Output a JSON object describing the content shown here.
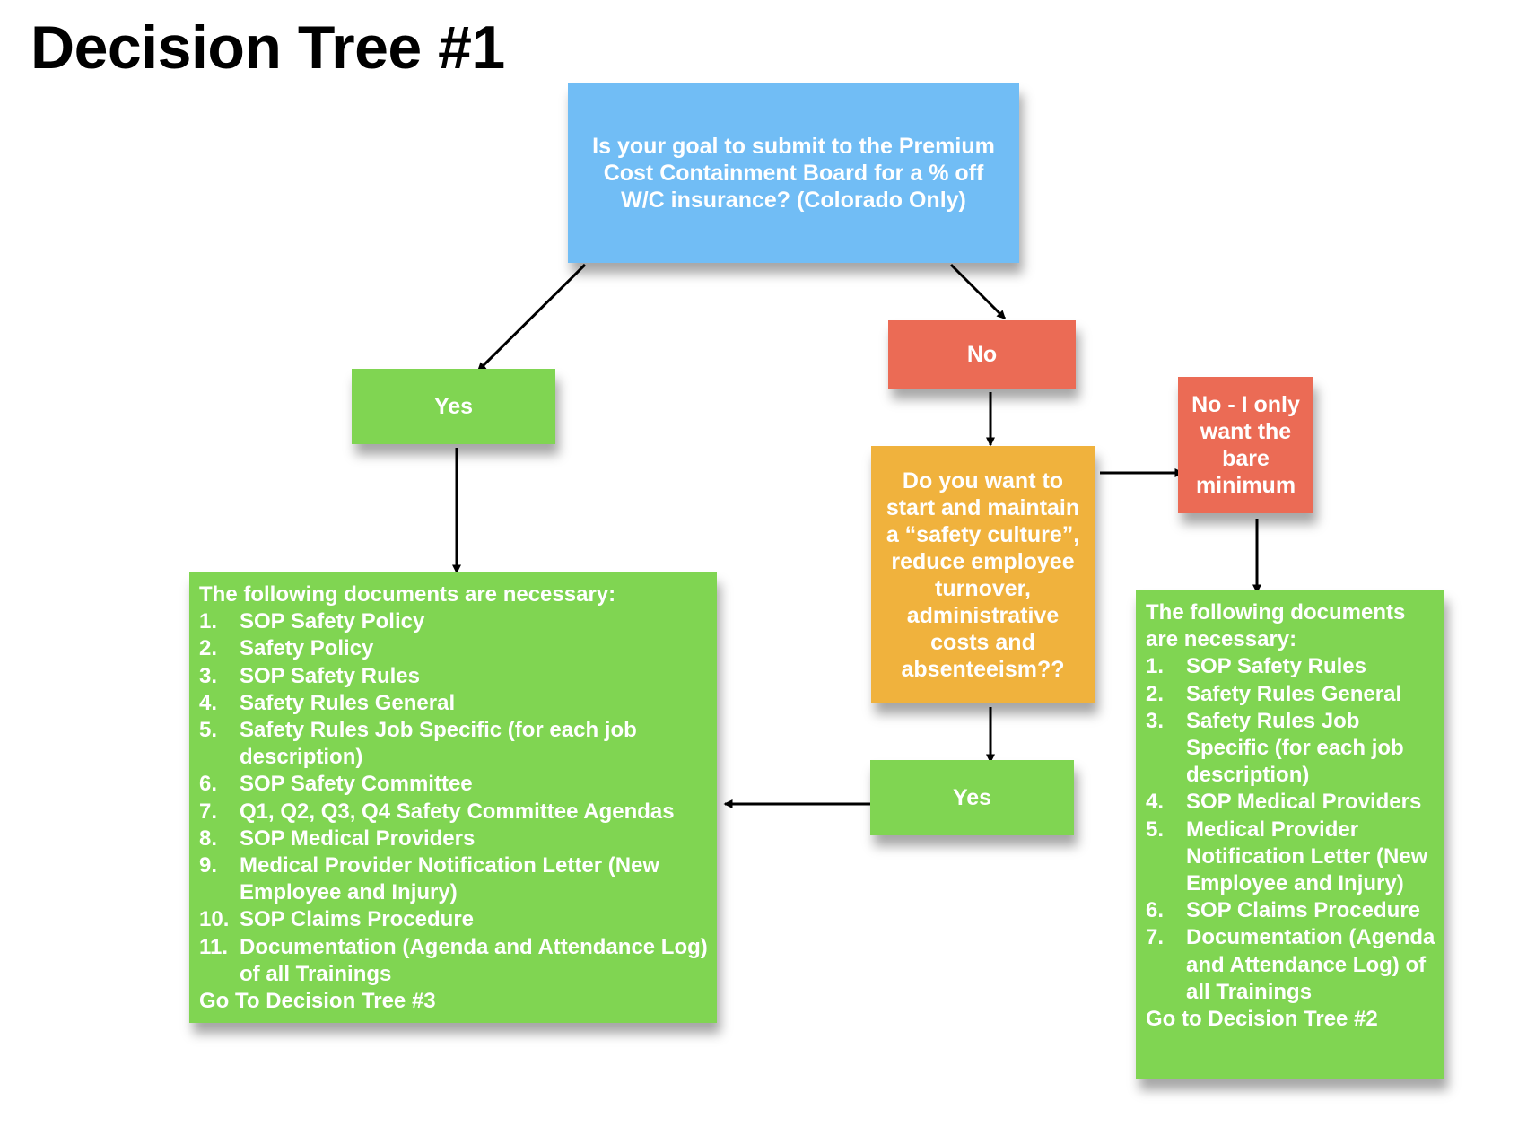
{
  "title": "Decision Tree #1",
  "colors": {
    "question": "#71bdf5",
    "no": "#eb6b55",
    "yes": "#80d552",
    "culture_question": "#f0b23d",
    "documents": "#80d552",
    "arrow": "#000000"
  },
  "nodes": {
    "goal_question": "Is your goal to submit to the Premium Cost Containment Board for a % off W/C insurance? (Colorado Only)",
    "no": "No",
    "yes_left": "Yes",
    "culture_question": "Do you want to start and maintain a “safety culture”, reduce employee turnover, administrative costs and absenteeism??",
    "bare_minimum": "No - I only want the bare minimum",
    "yes_mid": "Yes"
  },
  "full_list": {
    "intro": "The following documents are necessary:",
    "items": [
      {
        "num": "1.",
        "text": "SOP Safety Policy"
      },
      {
        "num": "2.",
        "text": "Safety Policy"
      },
      {
        "num": "3.",
        "text": "SOP Safety Rules"
      },
      {
        "num": "4.",
        "text": "Safety Rules General"
      },
      {
        "num": "5.",
        "text": "Safety Rules Job Specific (for each job description)"
      },
      {
        "num": "6.",
        "text": "SOP Safety Committee"
      },
      {
        "num": "7.",
        "text": "Q1, Q2, Q3, Q4 Safety Committee Agendas"
      },
      {
        "num": "8.",
        "text": "SOP Medical Providers"
      },
      {
        "num": "9.",
        "text": "Medical Provider Notification Letter (New Employee and Injury)"
      },
      {
        "num": "10.",
        "text": "SOP Claims Procedure"
      },
      {
        "num": "11.",
        "text": "Documentation (Agenda and Attendance Log) of all Trainings"
      }
    ],
    "outro": "Go To Decision Tree #3"
  },
  "minimum_list": {
    "intro": "The following documents are necessary:",
    "items": [
      {
        "num": "1.",
        "text": "SOP Safety Rules"
      },
      {
        "num": "2.",
        "text": "Safety Rules General"
      },
      {
        "num": "3.",
        "text": "Safety Rules Job Specific (for each job description)"
      },
      {
        "num": "4.",
        "text": "SOP Medical Providers"
      },
      {
        "num": "5.",
        "text": "Medical Provider Notification Letter (New Employee and Injury)"
      },
      {
        "num": "6.",
        "text": "SOP Claims Procedure"
      },
      {
        "num": "7.",
        "text": "Documentation (Agenda and Attendance Log) of all Trainings"
      }
    ],
    "outro": "Go to Decision Tree #2"
  }
}
